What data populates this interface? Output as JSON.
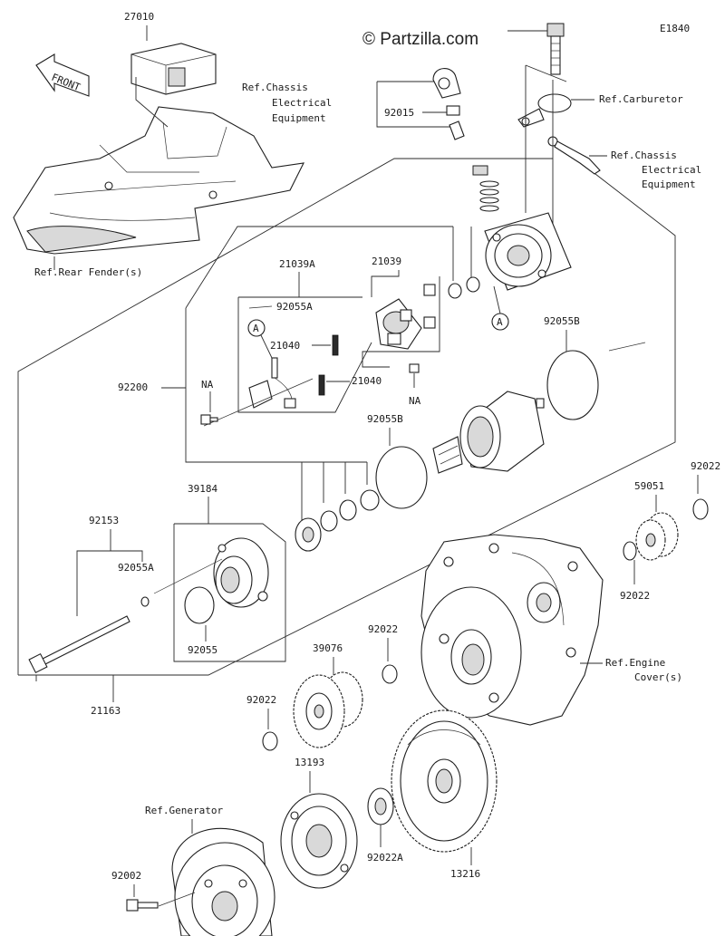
{
  "watermark": "© Partzilla.com",
  "diagram_code": "E1840",
  "front_label": "FRONT",
  "callouts": {
    "c27010": "27010",
    "ref_chassis_1": [
      "Ref.Chassis",
      "Electrical",
      "Equipment"
    ],
    "c92015": "92015",
    "ref_carburetor": "Ref.Carburetor",
    "ref_chassis_2": [
      "Ref.Chassis",
      "Electrical",
      "Equipment"
    ],
    "ref_rear_fender": "Ref.Rear Fender(s)",
    "c21039A": "21039A",
    "c21039": "21039",
    "c92055A_top": "92055A",
    "circle_a_1": "A",
    "circle_a_2": "A",
    "c21040_1": "21040",
    "c21040_2": "21040",
    "c92200": "92200",
    "na_1": "NA",
    "na_2": "NA",
    "c92055B_1": "92055B",
    "c92055B_2": "92055B",
    "c39184": "39184",
    "c92153": "92153",
    "c92055A": "92055A",
    "c92055": "92055",
    "c21163": "21163",
    "c92022_r1": "92022",
    "c59051": "59051",
    "c92022_r2": "92022",
    "c92022_mid": "92022",
    "ref_engine_cover": [
      "Ref.Engine",
      "Cover(s)"
    ],
    "c39076": "39076",
    "c92022_left": "92022",
    "c13193": "13193",
    "ref_generator": "Ref.Generator",
    "c92002": "92002",
    "c92022A": "92022A",
    "c13216": "13216"
  }
}
